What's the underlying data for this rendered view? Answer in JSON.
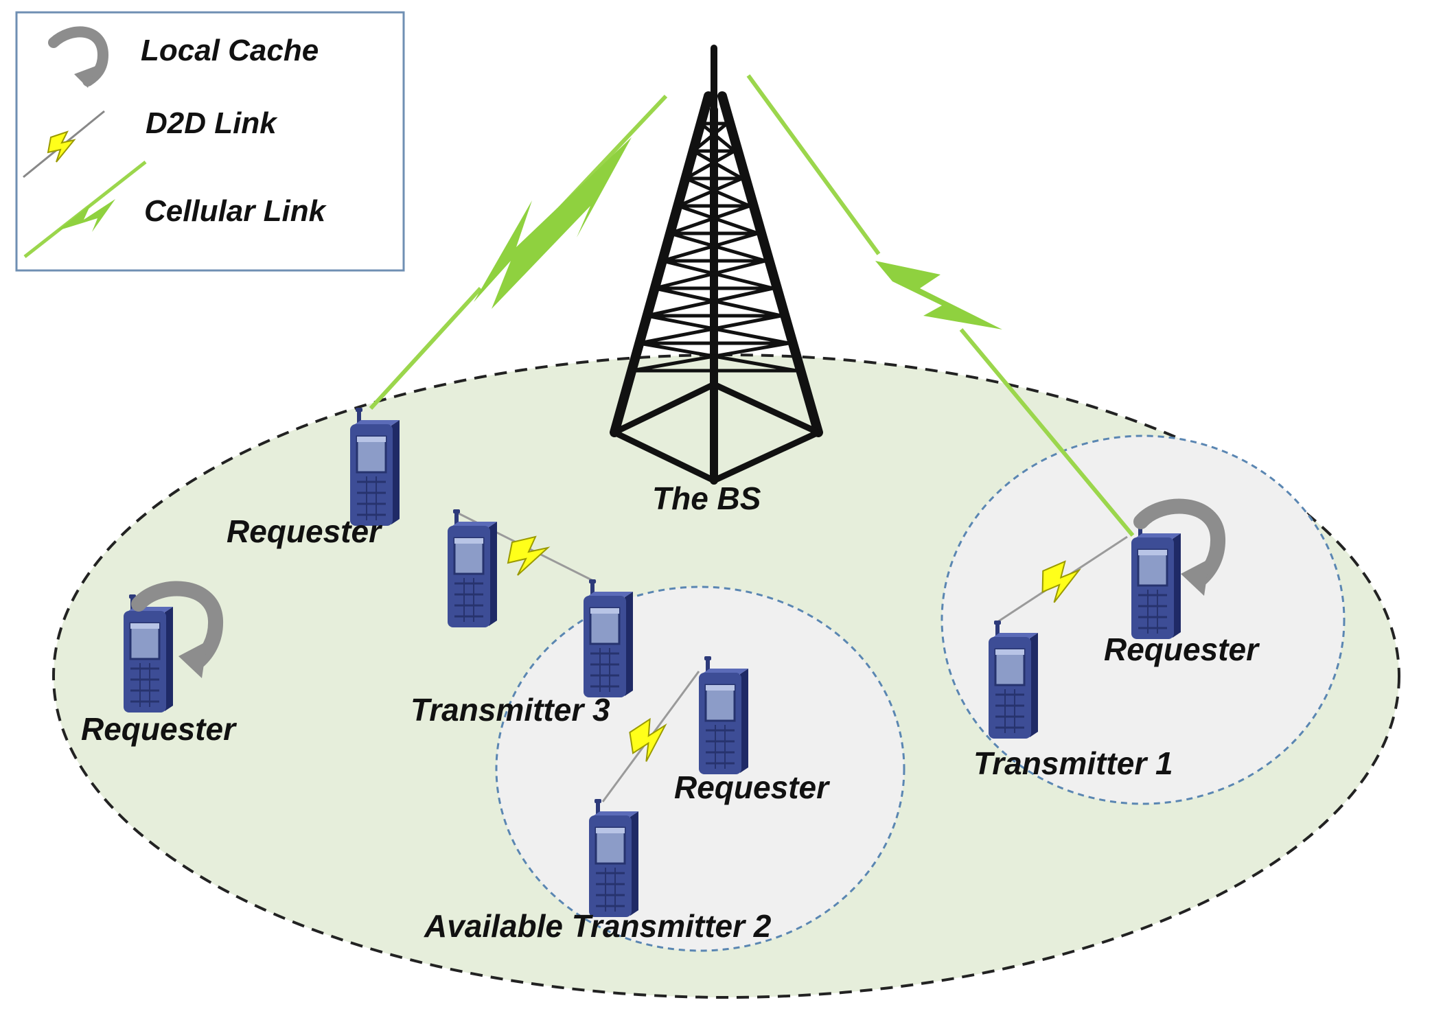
{
  "legend": {
    "local_cache": "Local Cache",
    "d2d_link": "D2D  Link",
    "cellular_link": "Cellular Link"
  },
  "labels": {
    "base_station": "The  BS",
    "requester_top_left": "Requester",
    "requester_left": "Requester",
    "transmitter_3": "Transmitter 3",
    "requester_center": "Requester",
    "available_transmitter_2": "Available Transmitter 2",
    "requester_right": "Requester",
    "transmitter_1": "Transmitter 1"
  },
  "colors": {
    "cell_area_fill": "#e6eedb",
    "cluster_fill": "#f0f0f0",
    "cluster_border": "#5a86b2",
    "cellular_link": "#8fd13f",
    "d2d_bolt": "#ffff1a",
    "phone_body": "#3d4d96",
    "phone_screen": "#8c9cc8",
    "cache_arrow": "#8d8d8d",
    "tower": "#111111"
  },
  "icons": [
    "local-cache-icon",
    "d2d-link-icon",
    "cellular-link-icon",
    "base-station-tower-icon",
    "mobile-phone-icon"
  ]
}
